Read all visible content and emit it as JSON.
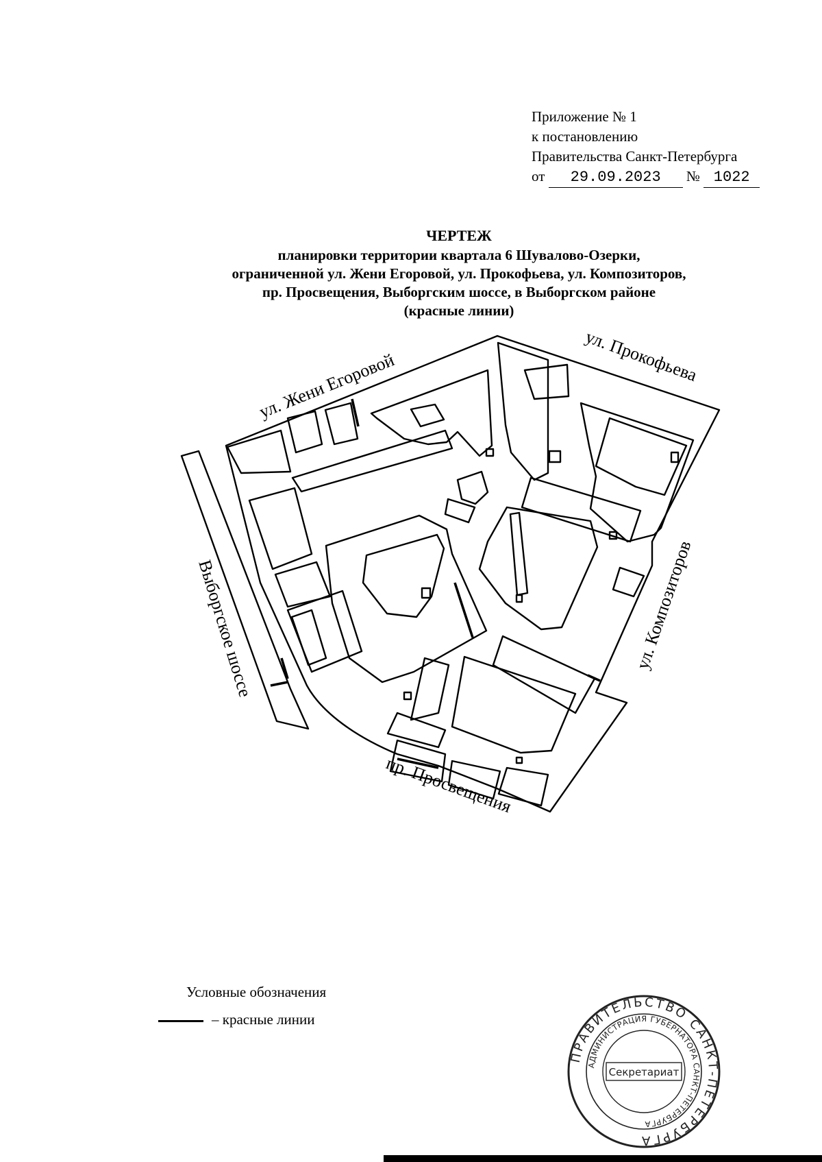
{
  "attachment": {
    "line1": "Приложение № 1",
    "line2": "к постановлению",
    "line3": "Правительства Санкт-Петербурга",
    "date_prefix": "от",
    "date_value": "29.09.2023",
    "number_prefix": "№",
    "number_value": "1022"
  },
  "title": {
    "main": "ЧЕРТЕЖ",
    "line1": "планировки территории квартала 6 Шувалово-Озерки,",
    "line2": "ограниченной ул. Жени Егоровой, ул. Прокофьева, ул. Композиторов,",
    "line3": "пр. Просвещения, Выборгским шоссе, в Выборгском районе",
    "line4": "(красные линии)"
  },
  "map": {
    "streets": {
      "zheni_egorovoy": "ул. Жени Егоровой",
      "prokofieva": "ул. Прокофьева",
      "kompozitorov": "ул. Композиторов",
      "vyborgskoe": "Выборгское шоссе",
      "prosveshcheniya": "пр. Просвещения"
    }
  },
  "legend": {
    "title": "Условные обозначения",
    "red_lines_label": "– красные линии",
    "red_lines_color": "#000000"
  },
  "stamp": {
    "outer_ring": "ПРАВИТЕЛЬСТВО САНКТ-ПЕТЕРБУРГА",
    "inner_ring": "АДМИНИСТРАЦИЯ ГУБЕРНАТОРА САНКТ-ПЕТЕРБУРГА",
    "center": "Секретариат"
  }
}
